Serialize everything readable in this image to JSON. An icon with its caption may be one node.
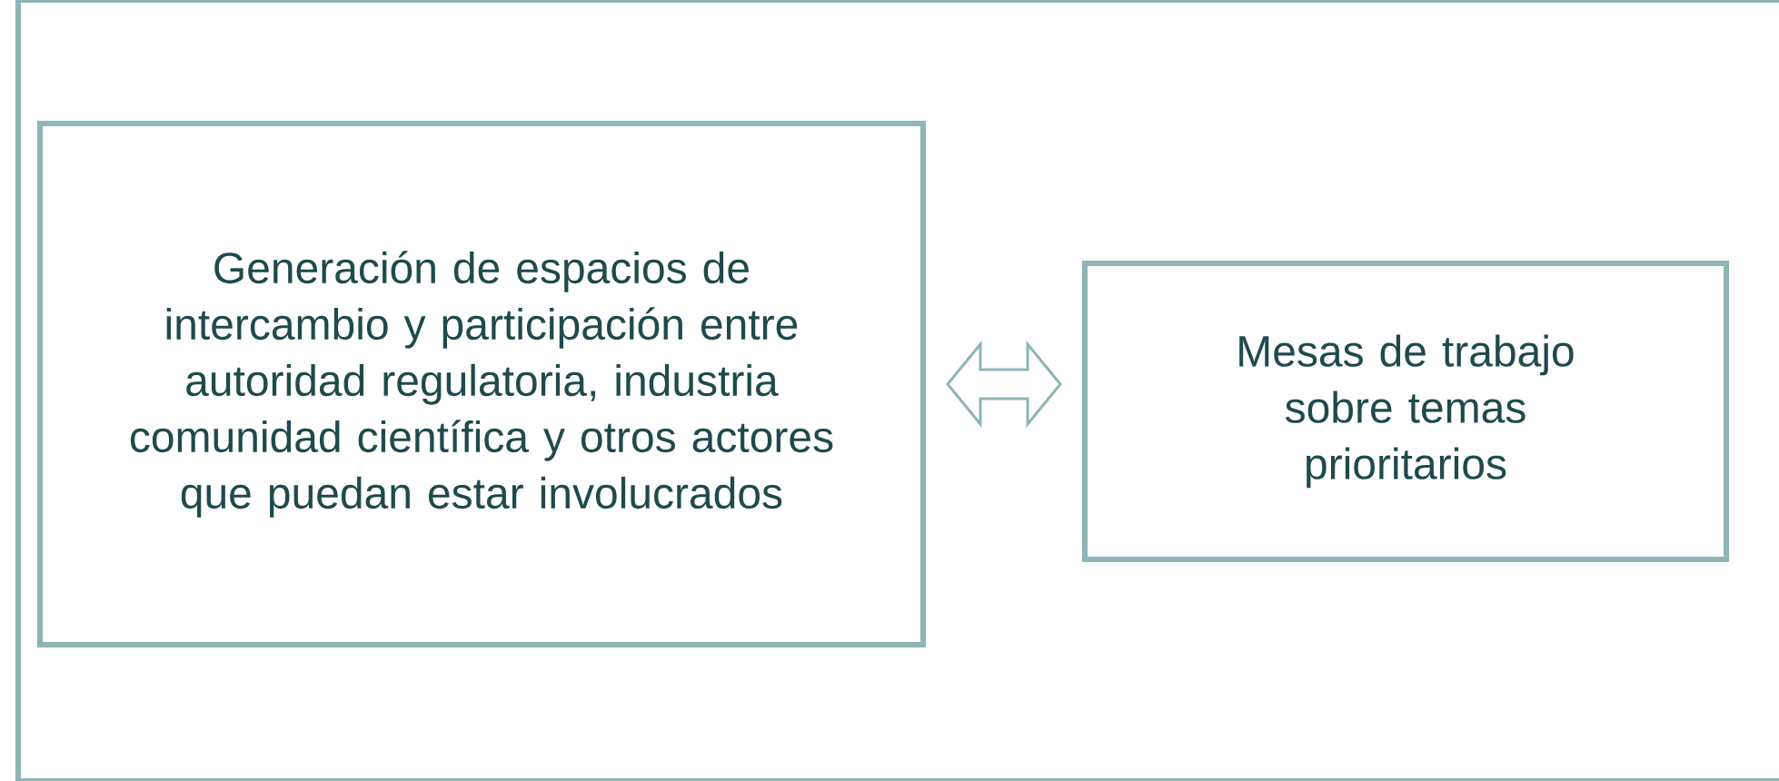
{
  "diagram": {
    "nodes": [
      {
        "text": [],
        "shape": "box"
      },
      {
        "text": [
          "Generación de espacios de intercambio y participación entre autoridad regulatoria, industria  comunidad científica y otros actores que puedan estar involucrados"
        ],
        "in": 0
      },
      {
        "text": [
          "Mesas de trabajo sobre temas prioritarios"
        ],
        "in": 0
      }
    ],
    "edges": [
      {
        "from": 1,
        "to": 2,
        "arrow": "both"
      }
    ]
  }
}
